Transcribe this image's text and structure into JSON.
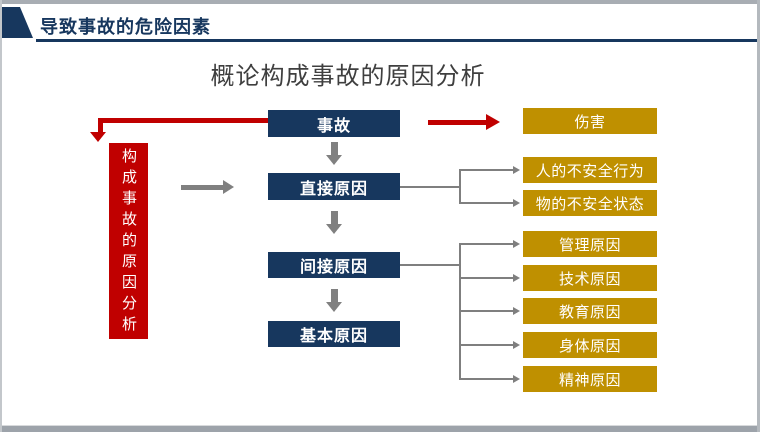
{
  "header": {
    "title": "导致事故的危险因素"
  },
  "slide": {
    "title": "概论构成事故的原因分析",
    "side_label": "构成事故的原因分析"
  },
  "nodes": {
    "accident": "事故",
    "direct_cause": "直接原因",
    "indirect_cause": "间接原因",
    "basic_cause": "基本原因",
    "injury": "伤害",
    "unsafe_act": "人的不安全行为",
    "unsafe_condition": "物的不安全状态",
    "management": "管理原因",
    "technical": "技术原因",
    "education": "教育原因",
    "physical": "身体原因",
    "mental": "精神原因"
  },
  "colors": {
    "navy": "#17375e",
    "red": "#c00000",
    "gold": "#bf9000",
    "connector_gray": "#7f7f7f",
    "title_text": "#3f3f3f",
    "frame_gray": "#a8adb3"
  }
}
